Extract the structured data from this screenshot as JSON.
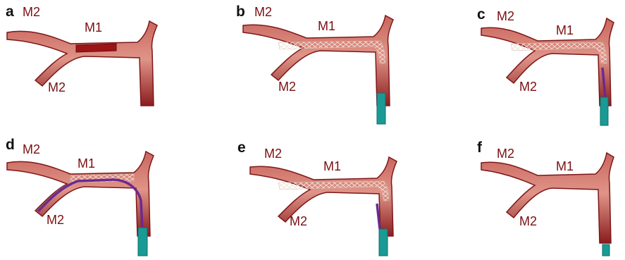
{
  "colors": {
    "vessel_dark": "#8a1d1e",
    "vessel_mid": "#b9514b",
    "vessel_light": "#d98a80",
    "label_text": "#7a0f12",
    "panel_letter": "#111111",
    "catheter": "#1a9a94",
    "guidewire": "#6a2a8f",
    "stent_mesh": "#e8d6cc",
    "thrombus": "#9e1416"
  },
  "panels": [
    {
      "letter": "a",
      "m2_top": "M2",
      "m1": "M1",
      "m2_bottom": "M2",
      "state": "thrombus"
    },
    {
      "letter": "b",
      "m2_top": "M2",
      "m1": "M1",
      "m2_bottom": "M2",
      "state": "stent-deployed-with-catheter"
    },
    {
      "letter": "c",
      "m2_top": "M2",
      "m1": "M1",
      "m2_bottom": "M2",
      "state": "stent-retrieval-wire"
    },
    {
      "letter": "d",
      "m2_top": "M2",
      "m1": "M1",
      "m2_bottom": "M2",
      "state": "second-stent-through-bifurcation"
    },
    {
      "letter": "e",
      "m2_top": "M2",
      "m1": "M1",
      "m2_bottom": "M2",
      "state": "stent-retracting"
    },
    {
      "letter": "f",
      "m2_top": "M2",
      "m1": "M1",
      "m2_bottom": "M2",
      "state": "recanalized"
    }
  ]
}
